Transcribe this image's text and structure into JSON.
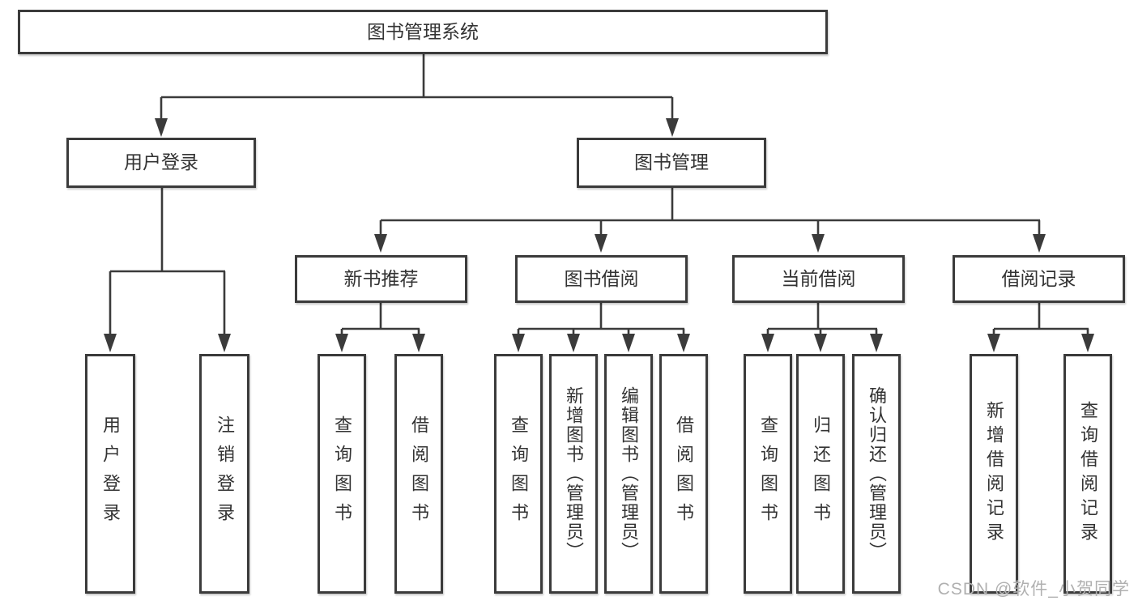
{
  "diagram_title": "图书管理系统",
  "colors": {
    "line": "#3b3b3b",
    "box_border": "#3b3b3b",
    "text": "#333333",
    "watermark": "#b0b0b0",
    "background": "#ffffff"
  },
  "nodes": {
    "root": {
      "label": "图书管理系统"
    },
    "level2": [
      {
        "label": "用户登录"
      },
      {
        "label": "图书管理"
      }
    ],
    "level3": [
      {
        "label": "新书推荐",
        "parent": "图书管理"
      },
      {
        "label": "图书借阅",
        "parent": "图书管理"
      },
      {
        "label": "当前借阅",
        "parent": "图书管理"
      },
      {
        "label": "借阅记录",
        "parent": "图书管理"
      }
    ],
    "leaves": [
      {
        "label": "用户登录",
        "parent": "用户登录"
      },
      {
        "label": "注销登录",
        "parent": "用户登录"
      },
      {
        "label": "查询图书",
        "parent": "新书推荐"
      },
      {
        "label": "借阅图书",
        "parent": "新书推荐"
      },
      {
        "label": "查询图书",
        "parent": "图书借阅"
      },
      {
        "label": "新增图书（管理员）",
        "parent": "图书借阅"
      },
      {
        "label": "编辑图书（管理员）",
        "parent": "图书借阅"
      },
      {
        "label": "借阅图书",
        "parent": "图书借阅"
      },
      {
        "label": "查询图书",
        "parent": "当前借阅"
      },
      {
        "label": "归还图书",
        "parent": "当前借阅"
      },
      {
        "label": "确认归还（管理员）",
        "parent": "当前借阅"
      },
      {
        "label": "新增借阅记录",
        "parent": "借阅记录"
      },
      {
        "label": "查询借阅记录",
        "parent": "借阅记录"
      }
    ]
  },
  "watermark": "CSDN @软件_小贺同学"
}
